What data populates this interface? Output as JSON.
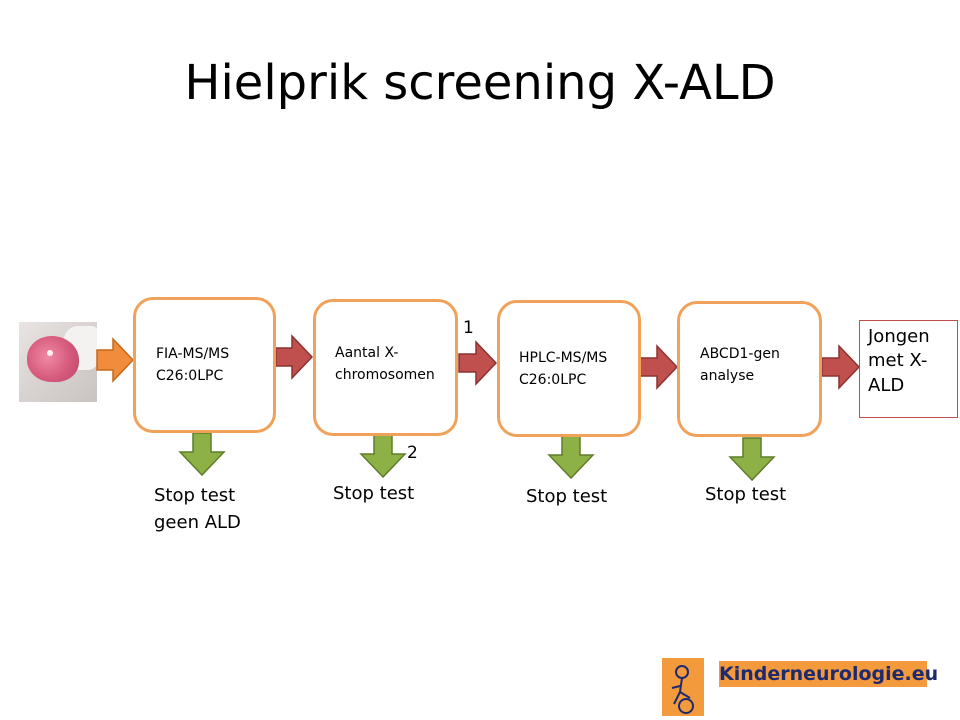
{
  "title": "Hielprik screening X-ALD",
  "steps": [
    {
      "label": "FIA-MS/MS\nC26:0LPC"
    },
    {
      "label": "Aantal X-\nchromosomen"
    },
    {
      "label": "HPLC-MS/MS\nC26:0LPC"
    },
    {
      "label": "ABCD1-gen\nanalyse"
    }
  ],
  "result": "Jongen\nmet X-\nALD",
  "stops": [
    "Stop test\ngeen ALD",
    "Stop test",
    "Stop test",
    "Stop test"
  ],
  "markers": [
    "1",
    "2"
  ],
  "logo_text": "Kinderneurologie.eu",
  "colors": {
    "box_border": "#f0a25a",
    "arrow_orange": "#f08c3c",
    "arrow_red": "#c0504d",
    "arrow_green": "#8db146",
    "result_border": "#c0504d",
    "logo_bg": "#f39a3c",
    "logo_text": "#1e2a6e"
  }
}
